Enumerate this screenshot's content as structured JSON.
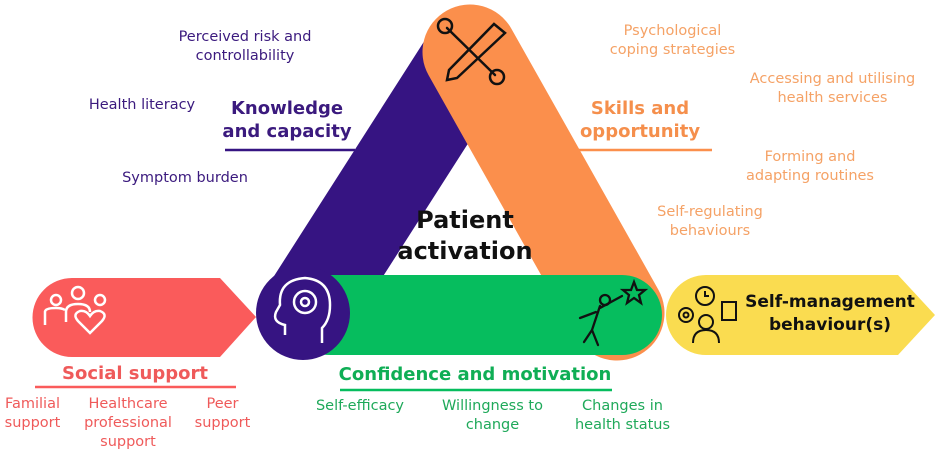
{
  "center": {
    "line1": "Patient",
    "line2": "activation"
  },
  "knowledge": {
    "title_line1": "Knowledge",
    "title_line2": "and capacity",
    "items": [
      "Perceived risk and controllability",
      "Health literacy",
      "Symptom burden"
    ],
    "color": "#361482"
  },
  "skills": {
    "title_line1": "Skills and",
    "title_line2": "opportunity",
    "items": [
      "Psychological coping strategies",
      "Accessing and utilising health services",
      "Forming and adapting routines",
      "Self-regulating behaviours"
    ],
    "color": "#fb8f4c"
  },
  "confidence": {
    "title": "Confidence and motivation",
    "items": [
      "Self-efficacy",
      "Willingness to change",
      "Changes in health status"
    ],
    "color": "#06bd5e"
  },
  "social": {
    "title": "Social support",
    "items": [
      "Familial support",
      "Healthcare professional support",
      "Peer support"
    ],
    "color": "#fa5b5b"
  },
  "outcome": {
    "line1": "Self-management",
    "line2": "behaviour(s)",
    "color": "#fadc50"
  }
}
